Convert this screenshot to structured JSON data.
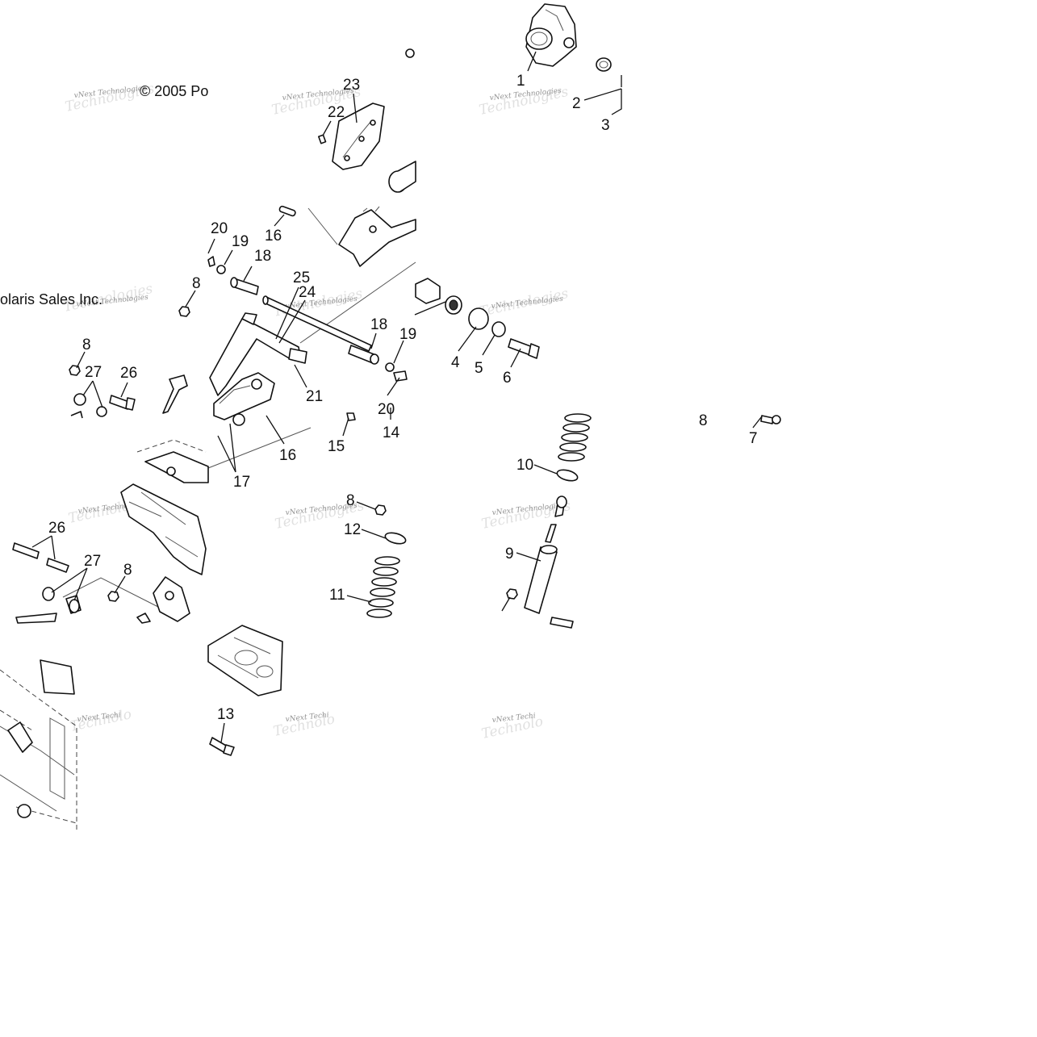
{
  "copyright": {
    "left": "© 2005 Po",
    "right": "olaris Sales Inc."
  },
  "watermark": {
    "small": "vNext Technologies",
    "big": "Technologies",
    "partial_small": "vNext Techi",
    "partial_big": "Technolo"
  },
  "callouts": {
    "c1": "1",
    "c2": "2",
    "c3": "3",
    "c4": "4",
    "c5": "5",
    "c6": "6",
    "c7": "7",
    "c8a": "8",
    "c8b": "8",
    "c8c": "8",
    "c8d": "8",
    "c8e": "8",
    "c9": "9",
    "c10": "10",
    "c11": "11",
    "c12": "12",
    "c13": "13",
    "c14": "14",
    "c15": "15",
    "c16a": "16",
    "c16b": "16",
    "c17": "17",
    "c18a": "18",
    "c18b": "18",
    "c19a": "19",
    "c19b": "19",
    "c20a": "20",
    "c20b": "20",
    "c21": "21",
    "c22": "22",
    "c23": "23",
    "c24": "24",
    "c25": "25",
    "c26a": "26",
    "c26b": "26",
    "c27a": "27",
    "c27b": "27"
  }
}
